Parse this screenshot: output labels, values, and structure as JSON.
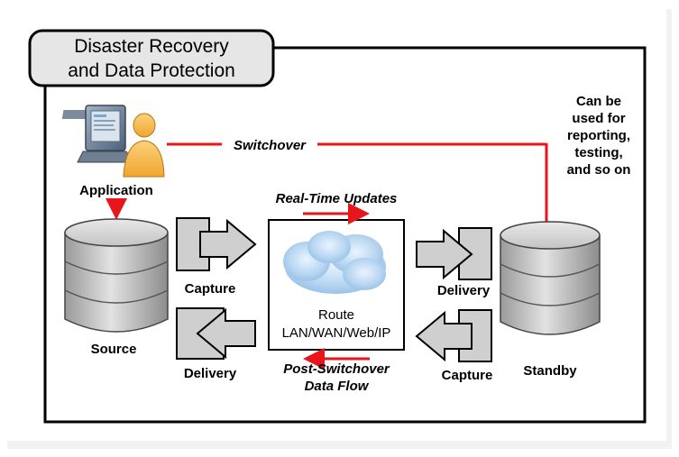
{
  "title": {
    "line1": "Disaster Recovery",
    "line2": "and Data Protection"
  },
  "labels": {
    "application": "Application",
    "switchover": "Switchover",
    "realtime_updates": "Real-Time Updates",
    "post_switchover_line1": "Post-Switchover",
    "post_switchover_line2": "Data Flow",
    "source": "Source",
    "standby": "Standby",
    "capture_left": "Capture",
    "delivery_left": "Delivery",
    "delivery_right": "Delivery",
    "capture_right": "Capture",
    "route_line1": "Route",
    "route_line2": "LAN/WAN/Web/IP"
  },
  "note": {
    "line1": "Can be",
    "line2": "used for",
    "line3": "reporting,",
    "line4": "testing,",
    "line5": "and so on"
  },
  "colors": {
    "arrow_red": "#e8161b",
    "frame": "#000000",
    "title_bg": "#e6e6e6",
    "db_fill": "#bdbdbd",
    "block_fill": "#cfcfcf"
  },
  "icons": {
    "application": "computer-user-icon",
    "database": "database-icon",
    "network": "cloud-icon"
  }
}
